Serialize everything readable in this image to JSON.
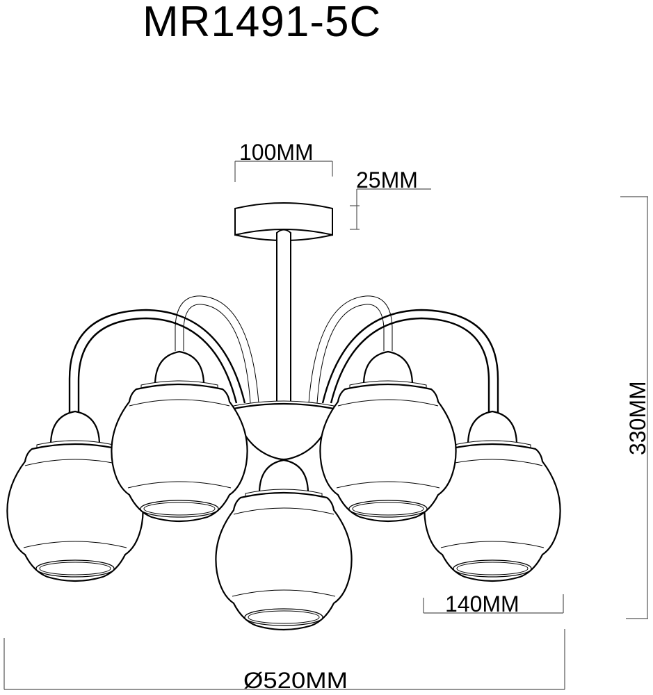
{
  "title": "MR1491-5C",
  "dimensions": {
    "canopy_diameter": "100MM",
    "canopy_height": "25MM",
    "total_height": "330MM",
    "shade_diameter": "140MM",
    "overall_diameter": "Ø520MM"
  },
  "drawing": {
    "subject": "5-arm ceiling chandelier with globe shades",
    "arms": 5,
    "line_color": "#000000",
    "dimension_line_color": "#555555",
    "background": "#ffffff"
  }
}
